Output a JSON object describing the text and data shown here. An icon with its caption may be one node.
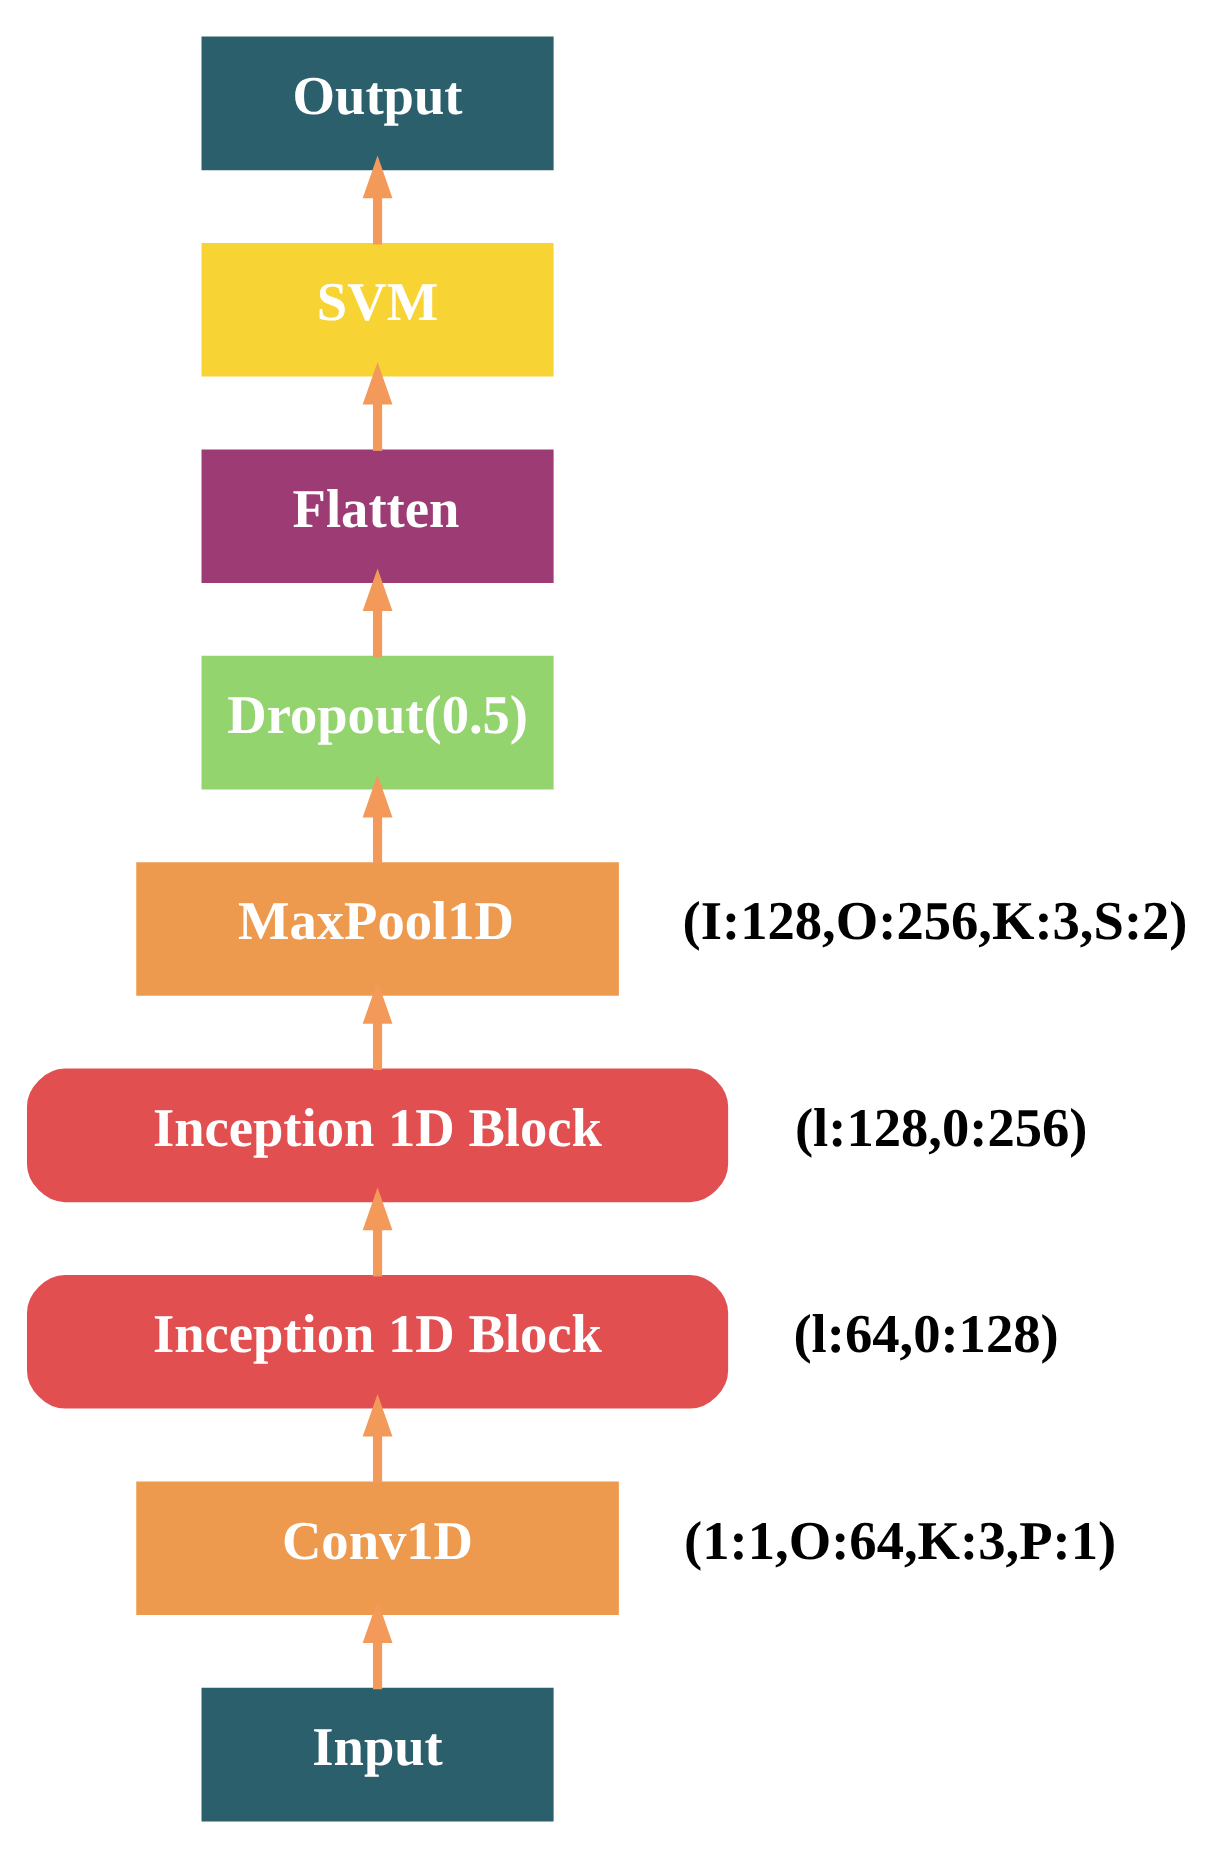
{
  "diagram": {
    "nodes": [
      {
        "text": [
          "Output"
        ]
      },
      {
        "text": [
          "SVM"
        ]
      },
      {
        "text": [
          "Flatten"
        ]
      },
      {
        "text": [
          "Dropout(0.5)"
        ]
      },
      {
        "text": [
          "MaxPool1D"
        ],
        "beside": [
          "(I:128,O:256,K:3,S:2)"
        ]
      },
      {
        "text": [
          "Inception 1D Block"
        ],
        "beside": [
          "(l:128,0:256)"
        ]
      },
      {
        "text": [
          "Inception 1D Block"
        ],
        "beside": [
          "(l:64,0:128)"
        ]
      },
      {
        "text": [
          "Conv1D"
        ],
        "beside": [
          "(1:1,O:64,K:3,P:1)"
        ]
      },
      {
        "text": [
          "Input"
        ]
      }
    ],
    "edges": [
      {
        "from": 8,
        "to": 7,
        "arrow": "to"
      },
      {
        "from": 7,
        "to": 6,
        "arrow": "to"
      },
      {
        "from": 6,
        "to": 5,
        "arrow": "to"
      },
      {
        "from": 5,
        "to": 4,
        "arrow": "to"
      },
      {
        "from": 4,
        "to": 3,
        "arrow": "to"
      },
      {
        "from": 3,
        "to": 2,
        "arrow": "to"
      },
      {
        "from": 2,
        "to": 1,
        "arrow": "to"
      },
      {
        "from": 1,
        "to": 0,
        "arrow": "to"
      }
    ]
  }
}
